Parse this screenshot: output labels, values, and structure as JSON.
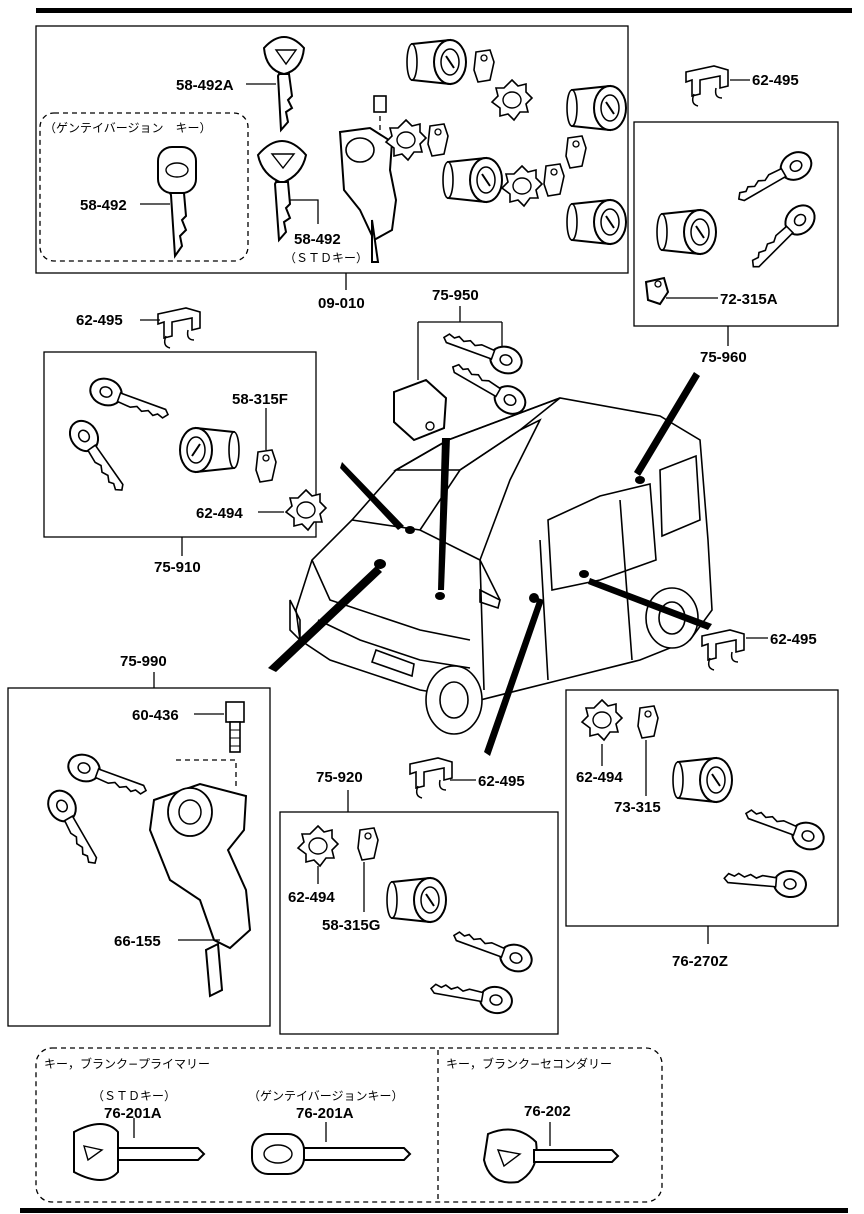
{
  "top_group": {
    "label_key_A": "58-492A",
    "genuine_caption": "（ゲンテイバージョン　キー）",
    "label_key_genuine": "58-492",
    "label_key_std": "58-492",
    "std_caption": "（ＳＴＤキー）",
    "assembly": "09-010"
  },
  "right_top": {
    "retainer": "62-495",
    "lever": "72-315A",
    "assembly": "75-960"
  },
  "door_group": {
    "retainer": "62-495",
    "lever": "58-315F",
    "washer": "62-494",
    "assembly": "75-910"
  },
  "glove_box": {
    "assembly": "75-950"
  },
  "ignition_group": {
    "assembly": "75-990",
    "bolt": "60-436",
    "switch": "66-155"
  },
  "slide_door_group": {
    "assembly": "75-920",
    "retainer_outside": "62-495",
    "washer": "62-494",
    "lever": "58-315G"
  },
  "back_door_group": {
    "retainer_outside": "62-495",
    "washer": "62-494",
    "lever": "73-315",
    "assembly": "76-270Z"
  },
  "blank_keys": {
    "primary_caption": "キー，ブランク−プライマリー",
    "std_caption": "（ＳＴＤキー）",
    "std_label": "76-201A",
    "genuine_caption": "（ゲンテイバージョンキー）",
    "genuine_label": "76-201A",
    "secondary_caption": "キー，ブランク−セコンダリー",
    "secondary_label": "76-202"
  }
}
